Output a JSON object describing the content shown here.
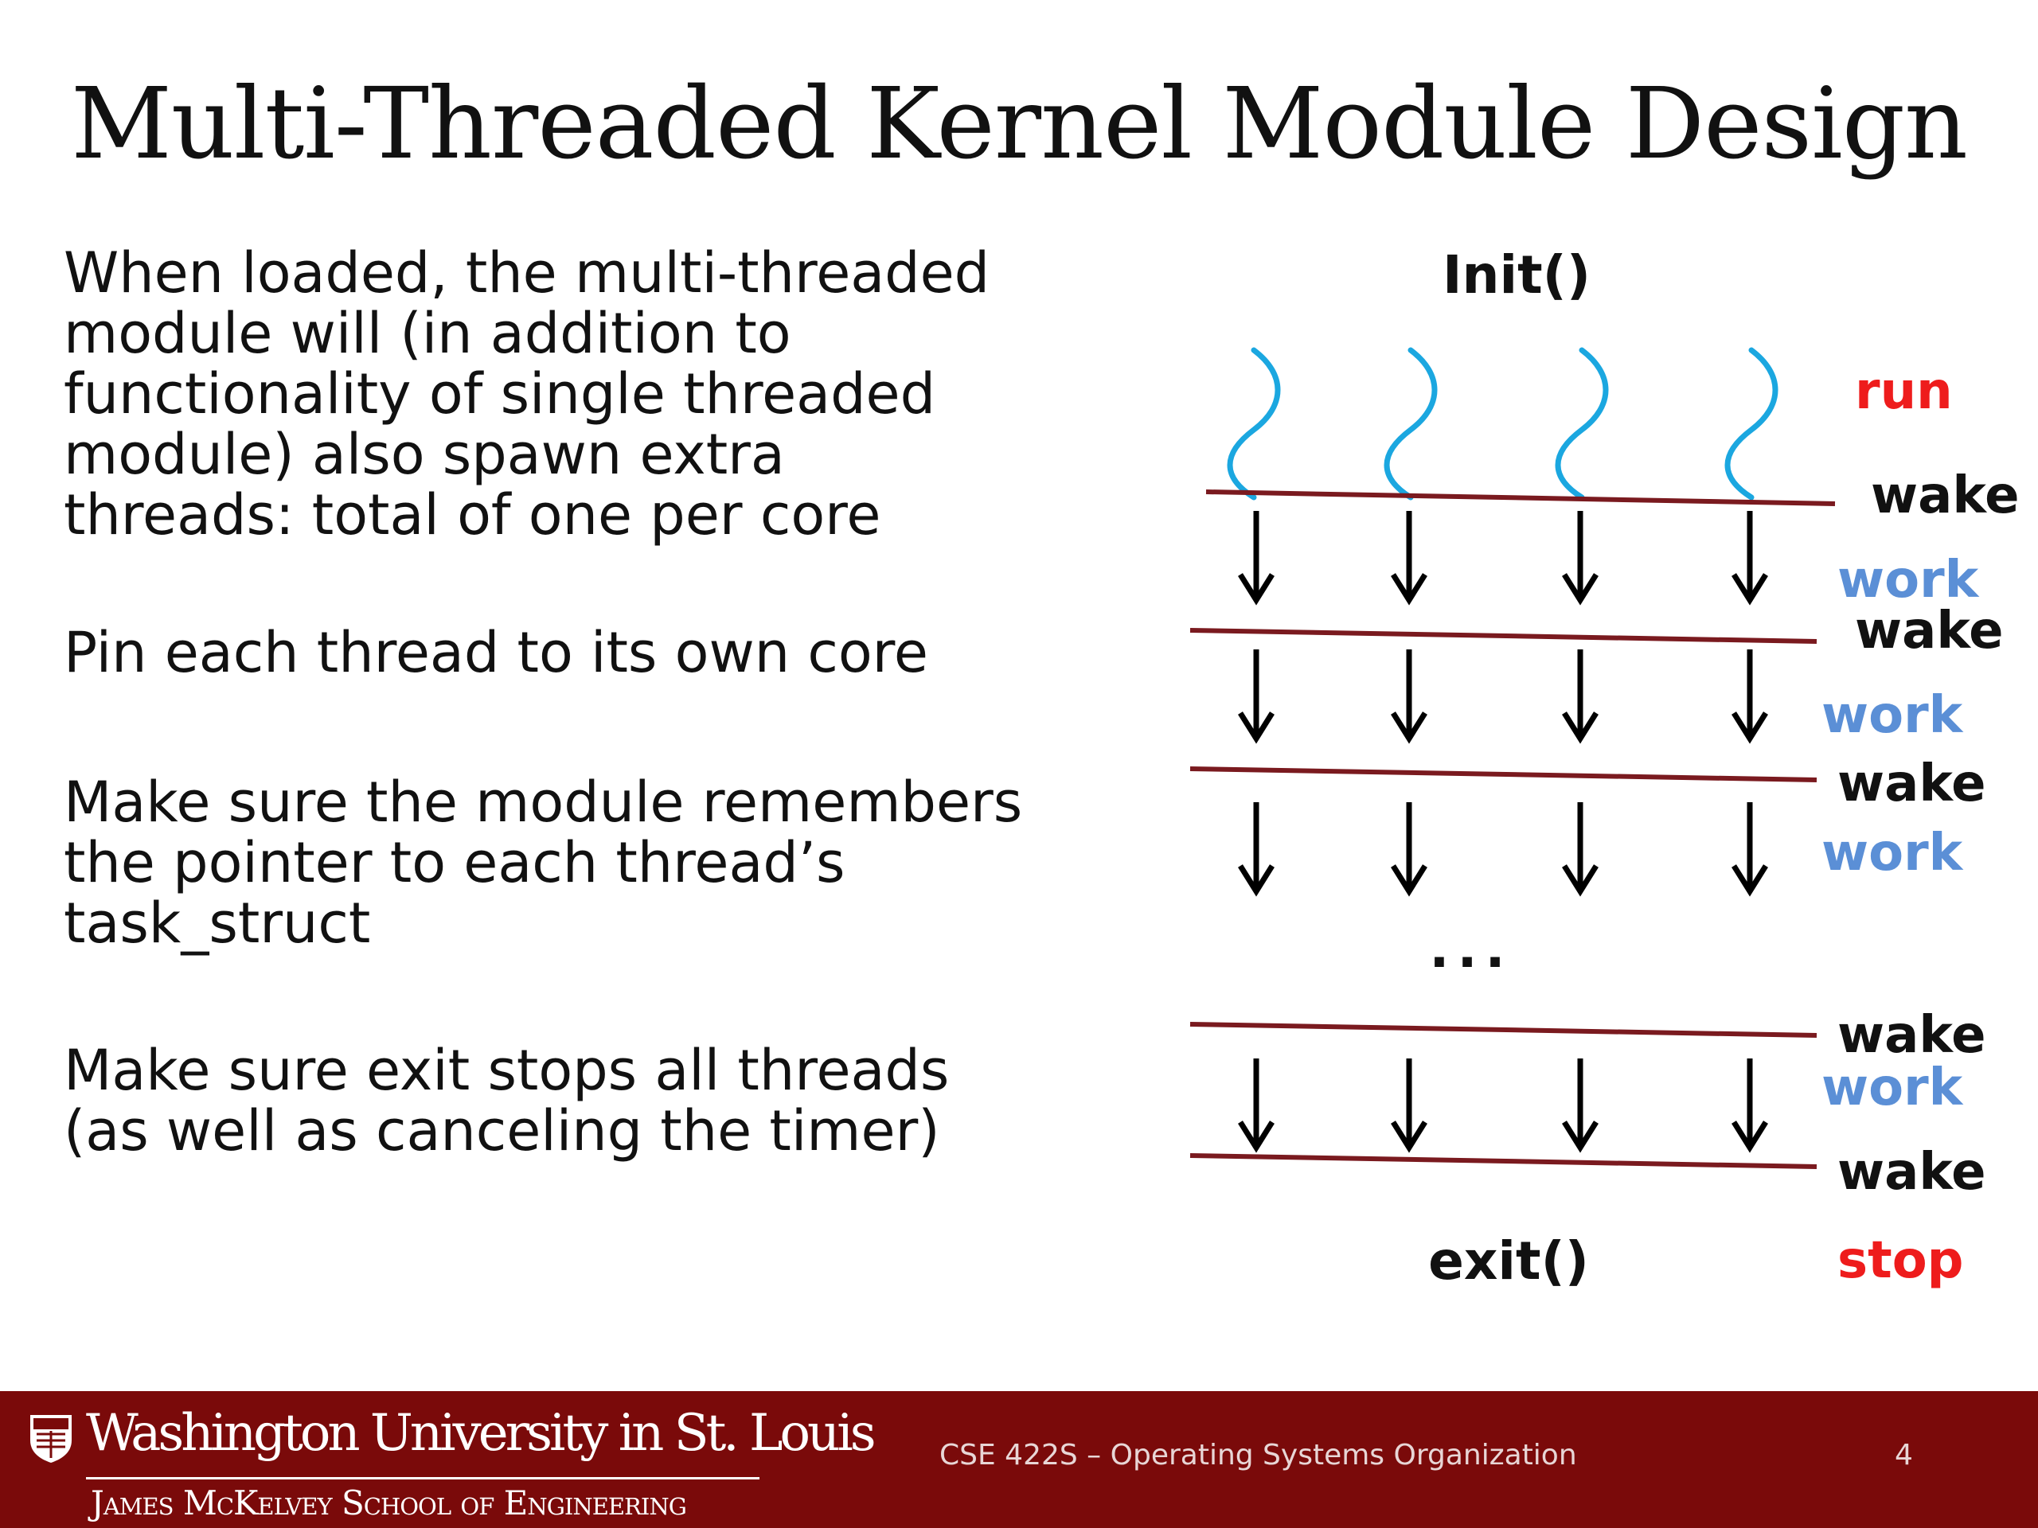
{
  "slide": {
    "title": "Multi-Threaded Kernel Module Design",
    "bullets": [
      "When loaded, the multi-threaded\nmodule will (in addition to\nfunctionality of single threaded\nmodule) also spawn extra\nthreads: total of one per core",
      "Pin each thread to its own core",
      "Make sure the module remembers\nthe pointer to each thread’s\ntask_struct",
      "Make sure exit stops all threads\n(as well as canceling the timer)"
    ]
  },
  "diagram": {
    "init_label": "Init()",
    "exit_label": "exit()",
    "run_label": "run",
    "stop_label": "stop",
    "wake_label": "wake",
    "work_label": "work",
    "ellipsis": "...",
    "thread_count": 4,
    "colors": {
      "thread": "#1ba7e0",
      "barrier": "#7a1a1f",
      "run_stop": "#ee1c1c",
      "work": "#5b8fd6",
      "arrow": "#000000"
    }
  },
  "footer": {
    "university": "Washington University in St. Louis",
    "school": "James McKelvey School of Engineering",
    "course": "CSE 422S – Operating Systems Organization",
    "page": "4",
    "color": "#7a0a0a"
  }
}
